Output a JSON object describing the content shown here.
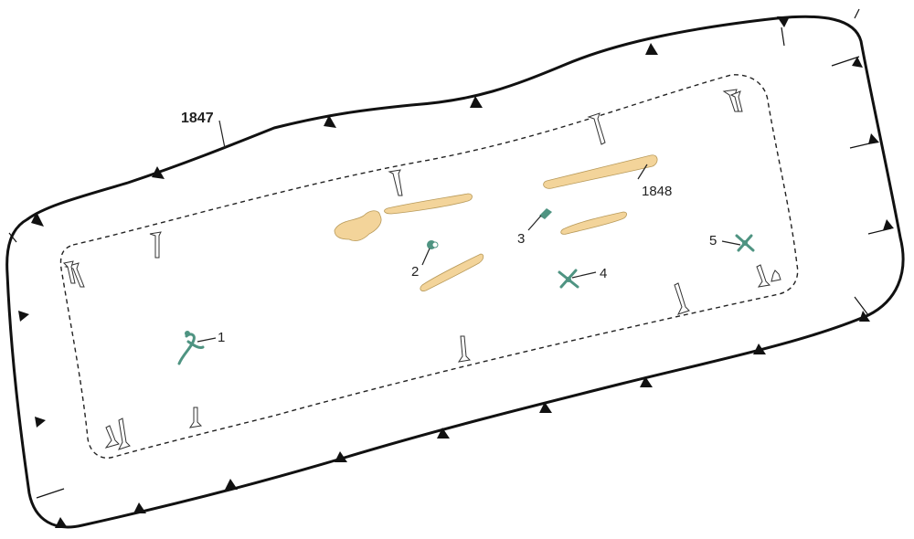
{
  "labels": {
    "grave_cut": "1847",
    "skeleton": "1848",
    "find_1": "1",
    "find_2": "2",
    "find_3": "3",
    "find_4": "4",
    "find_5": "5"
  },
  "colors": {
    "bone": "#f3d49a",
    "find": "#4f9482",
    "outline": "#111111"
  }
}
